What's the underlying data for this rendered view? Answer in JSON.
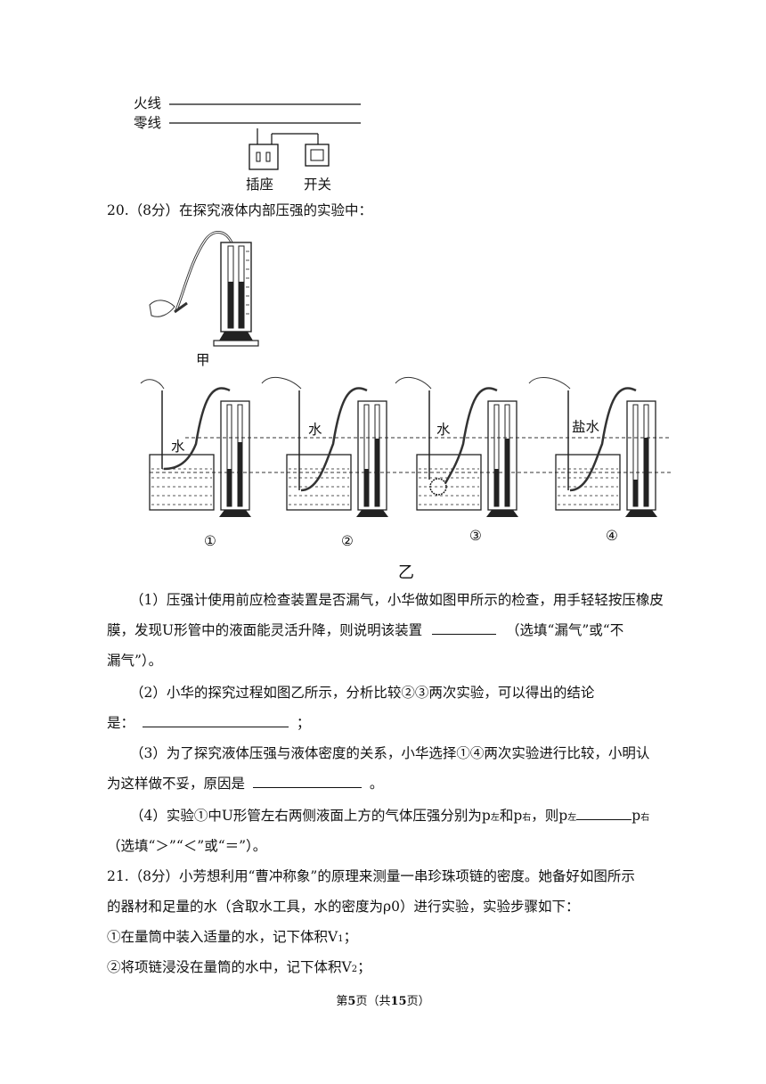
{
  "circuit": {
    "live_wire": "火线",
    "neutral_wire": "零线",
    "socket": "插座",
    "switch": "开关"
  },
  "q20": {
    "stem": "20.（8分）在探究液体内部压强的实验中：",
    "fig_jia": "甲",
    "fig_yi": "乙",
    "liquid_water": "水",
    "liquid_salt": "盐水",
    "n1": "①",
    "n2": "②",
    "n3": "③",
    "n4": "④",
    "p1_l1": "（1）压强计使用前应检查装置是否漏气，小华做如图甲所示的检查，用手轻轻按压橡皮",
    "p1_l2a": "膜，发现U形管中的液面能灵活升降，则说明该装置",
    "p1_l2b": "（选填“漏气”或“不",
    "p1_l3": "漏气”）。",
    "p2_l1": "（2）小华的探究过程如图乙所示，分析比较②③两次实验，可以得出的结论",
    "p2_l2a": "是：",
    "p2_l2b": "；",
    "p3_l1": "（3）为了探究液体压强与液体密度的关系，小华选择①④两次实验进行比较，小明认",
    "p3_l2a": "为这样做不妥，原因是",
    "p3_l2b": "。",
    "p4_l1a": "（4）实验①中U形管左右两侧液面上方的气体压强分别为p",
    "p4_sub_left": "左",
    "p4_and": "和p",
    "p4_sub_right": "右",
    "p4_then": "，则p",
    "p4_p": "p",
    "p4_l2": "（选填“＞”“＜”或“＝”）。"
  },
  "q21": {
    "l1": "21.（8分）小芳想利用“曹冲称象”的原理来测量一串珍珠项链的密度。她备好如图所示",
    "l2": "的器材和足量的水（含取水工具，水的密度为ρ0）进行实验，实验步骤如下：",
    "s1a": "①在量筒中装入适量的水，记下体积V",
    "s1sub": "1",
    "s1b": "；",
    "s2a": "②将项链浸没在量筒的水中，记下体积V",
    "s2sub": "2",
    "s2b": "；"
  },
  "footer": {
    "a": "第",
    "page": "5",
    "b": "页（共",
    "total": "15",
    "c": "页）"
  }
}
